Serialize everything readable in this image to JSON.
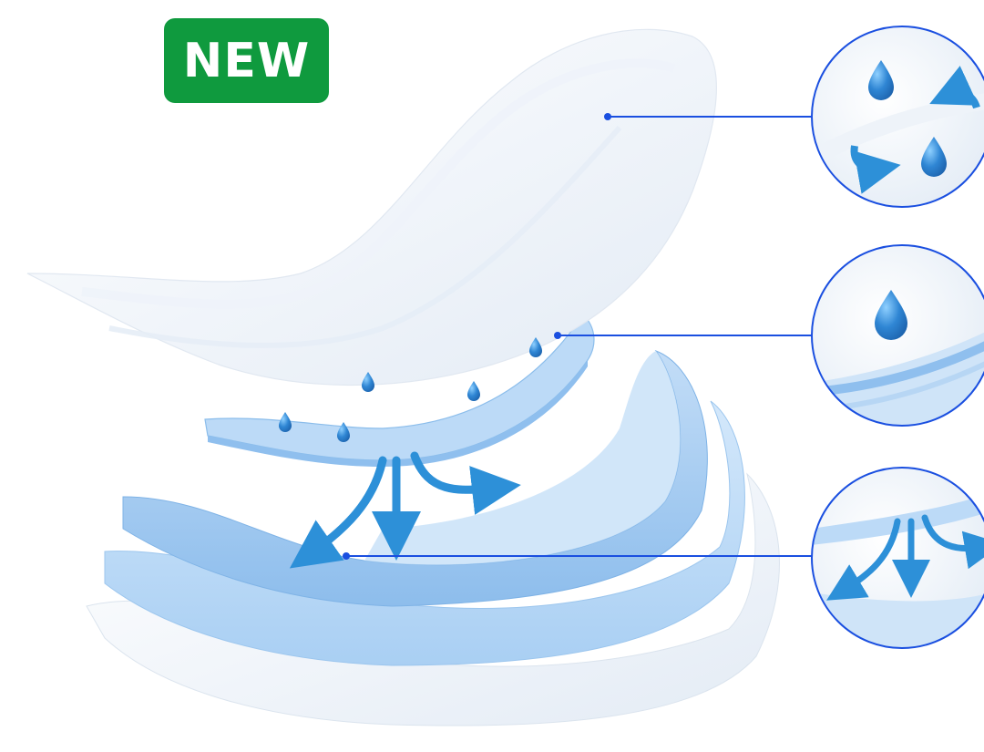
{
  "badge": {
    "label": "NEW",
    "color": "#0f9a3e"
  },
  "diagram": {
    "callouts": [
      {
        "id": "top-sheet",
        "icon": "drops-and-arrows"
      },
      {
        "id": "transfer-layer",
        "icon": "single-drop"
      },
      {
        "id": "core-layer",
        "icon": "downward-distribution-arrows"
      }
    ],
    "colors": {
      "leader": "#1a4fe0",
      "drop": "#2f86d4",
      "arrow": "#2d90d8",
      "layer_white": "#f4f7fb",
      "layer_blue": "#bcd9f6",
      "layer_blue_dark": "#8fbfee"
    }
  }
}
